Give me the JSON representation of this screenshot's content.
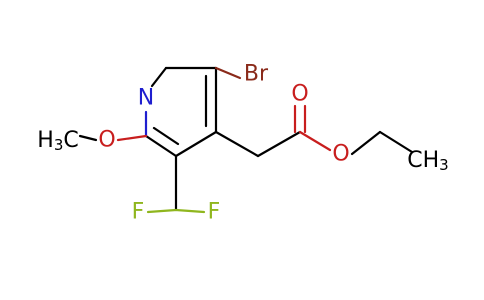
{
  "molecule": {
    "atoms": {
      "n": {
        "label": "N",
        "color": "#1f1fcf"
      },
      "br": {
        "label": "Br",
        "color": "#8a2a1a"
      },
      "o_methoxy": {
        "label": "O",
        "color": "#c81e1e"
      },
      "methyl_c": {
        "label": "C",
        "sub": "3",
        "prefix": "H",
        "color": "#000000"
      },
      "o_carbonyl": {
        "label": "O",
        "color": "#c81e1e"
      },
      "o_ester": {
        "label": "O",
        "color": "#c81e1e"
      },
      "f1": {
        "label": "F",
        "color": "#8fb61e"
      },
      "f2": {
        "label": "F",
        "color": "#8fb61e"
      },
      "ethyl_ch3": {
        "label": "CH",
        "sub": "3",
        "color": "#000000"
      }
    }
  }
}
